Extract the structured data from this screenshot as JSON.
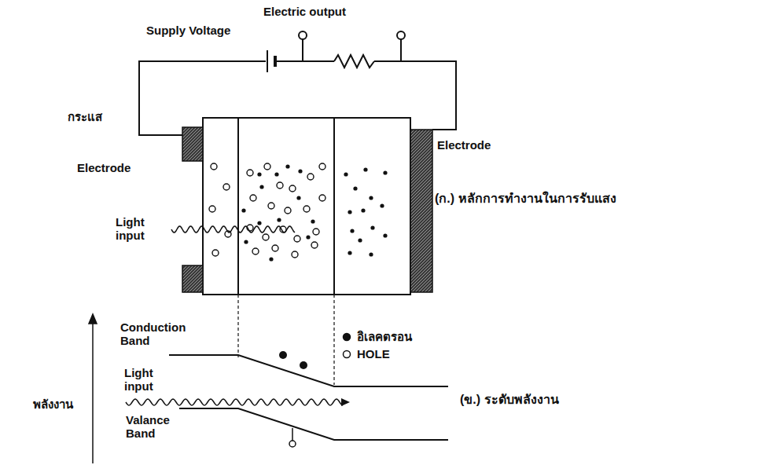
{
  "diagram": {
    "labels": [
      "Electric output",
      "Supply Voltage",
      "กระแส",
      "Electrode",
      "Electrode",
      "(ก.) หลักการทำงานในการรับแสง",
      "Light input",
      "Conduction Band",
      "พลังงาน",
      "Light input",
      "(ข.) ระดับพลังงาน",
      "Valance Band"
    ],
    "legend": [
      {
        "text": "อิเลคตรอน"
      },
      {
        "text": "HOLE"
      }
    ]
  }
}
